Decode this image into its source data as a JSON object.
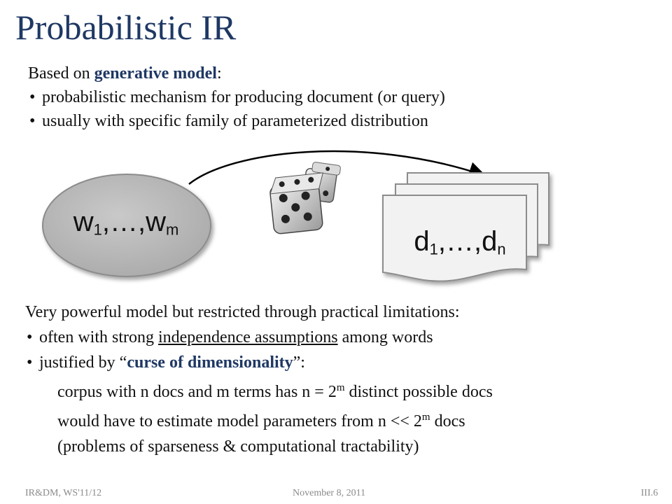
{
  "title": "Probabilistic IR",
  "intro": {
    "prefix": "Based on ",
    "highlight": "generative model",
    "suffix": ":",
    "bullets": [
      "probabilistic mechanism  for producing document  (or query)",
      "usually with specific family of parameterized distribution"
    ]
  },
  "diagram": {
    "source_label": {
      "base": "w",
      "sub1": "1",
      "mid": ",…,",
      "base2": "w",
      "sub2": "m"
    },
    "target_label": {
      "base": "d",
      "sub1": "1",
      "mid": ",…,",
      "base2": "d",
      "sub2": "n"
    },
    "icon": "dice-icon",
    "colors": {
      "oval_fill": "#BEBEBE",
      "doc_fill": "#EFEFEF",
      "arrow": "#000000"
    }
  },
  "lower": {
    "lead": "Very powerful model but restricted through practical limitations:",
    "bullet1_prefix": "often with strong ",
    "bullet1_underlined": "independence  assumptions",
    "bullet1_suffix": "  among words",
    "bullet2_prefix": "justified by “",
    "bullet2_highlight": "curse of dimensionality",
    "bullet2_suffix": "”:",
    "line1_before": "corpus with n docs and m terms has n = 2",
    "line1_exp": "m",
    "line1_after": " distinct possible docs",
    "line2_before": "would have to estimate model parameters from n << 2",
    "line2_exp": "m",
    "line2_after": " docs",
    "line3": "(problems of sparseness & computational  tractability)"
  },
  "footer": {
    "left": "IR&DM, WS'11/12",
    "center": "November 8, 2011",
    "right": "III.6"
  }
}
